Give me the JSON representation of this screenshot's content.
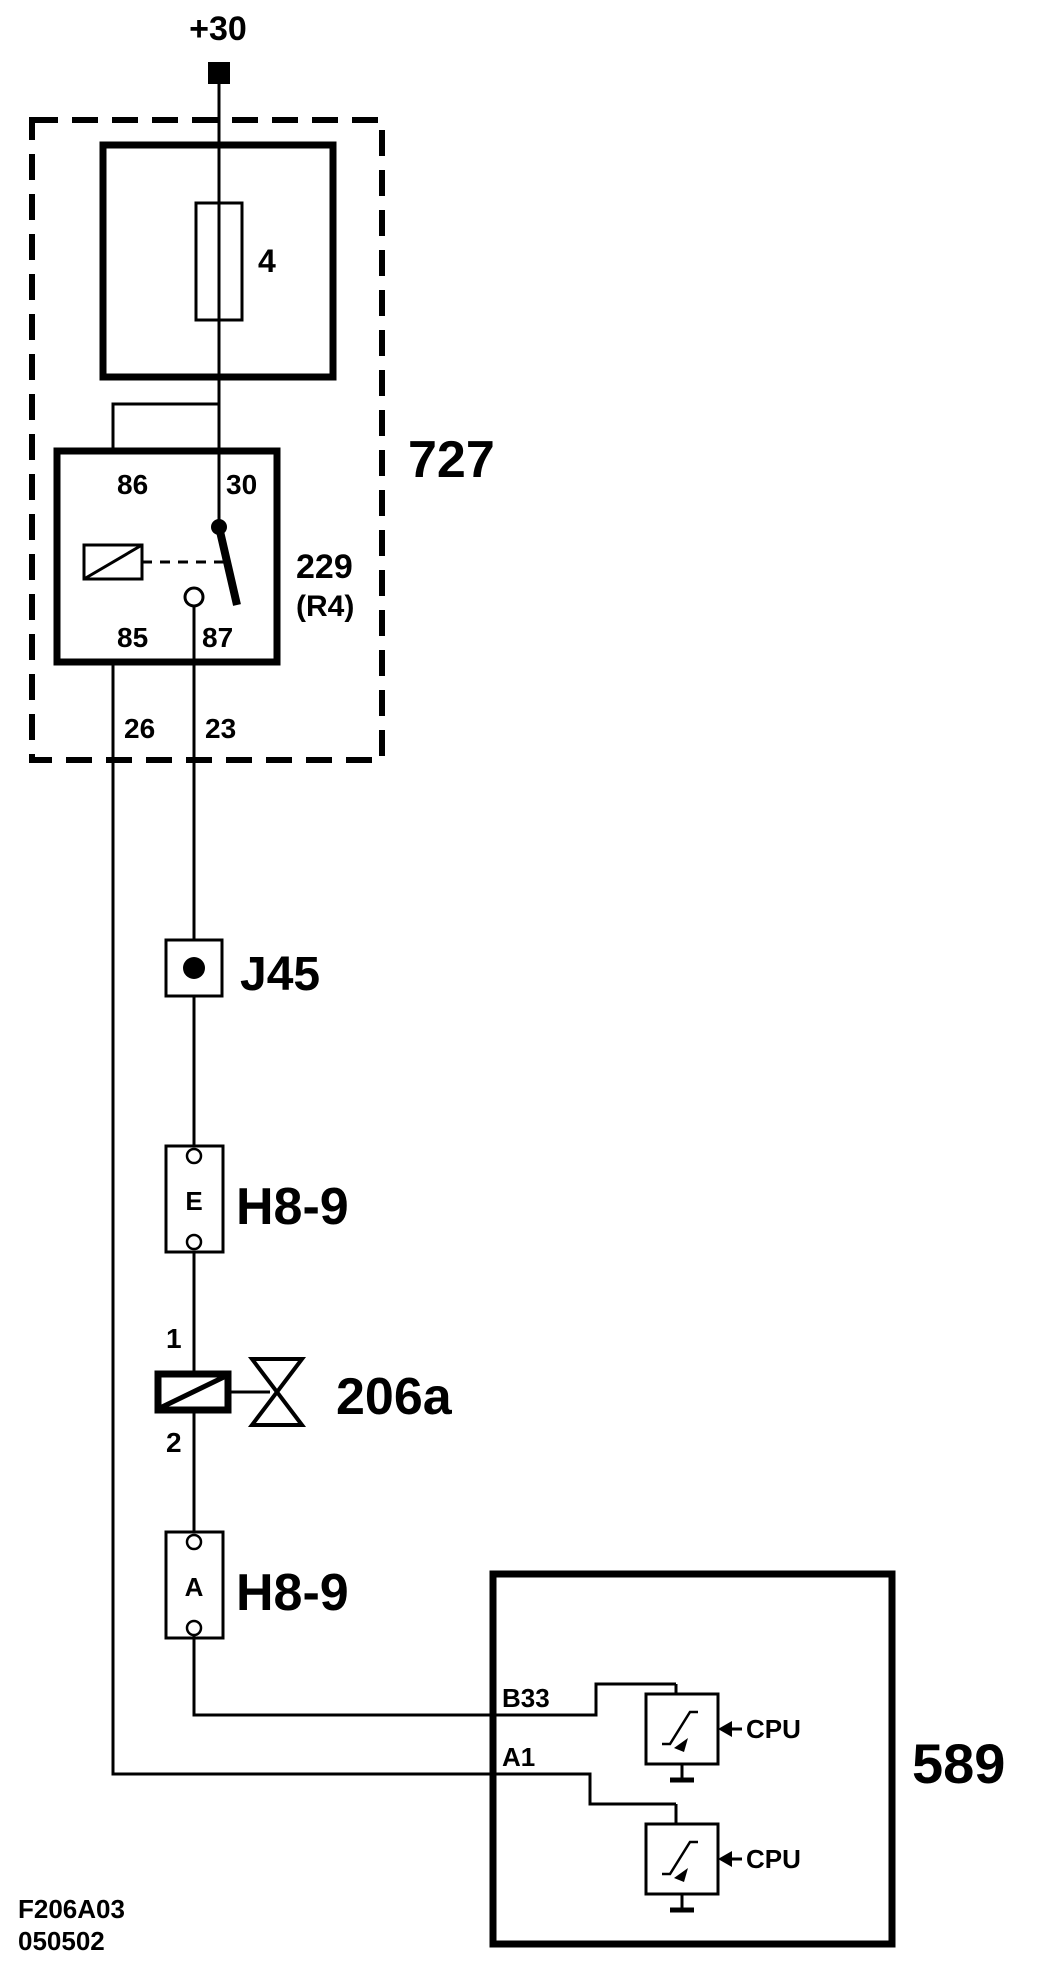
{
  "supply_label": "+30",
  "module_727": {
    "label": "727"
  },
  "fuse": {
    "label": "4"
  },
  "relay": {
    "label": "229",
    "sublabel": "(R4)",
    "pins": {
      "p86": "86",
      "p30": "30",
      "p85": "85",
      "p87": "87"
    }
  },
  "module_pins": {
    "left": "26",
    "right": "23"
  },
  "splice": {
    "label": "J45"
  },
  "connector_top": {
    "letter": "E",
    "label": "H8-9"
  },
  "valve": {
    "label": "206a",
    "pin_top": "1",
    "pin_bottom": "2"
  },
  "connector_bottom": {
    "letter": "A",
    "label": "H8-9"
  },
  "control_unit": {
    "label": "589",
    "pin_upper": "B33",
    "pin_lower": "A1",
    "cpu_upper": "CPU",
    "cpu_lower": "CPU"
  },
  "footer": {
    "line1": "F206A03",
    "line2": "050502"
  }
}
